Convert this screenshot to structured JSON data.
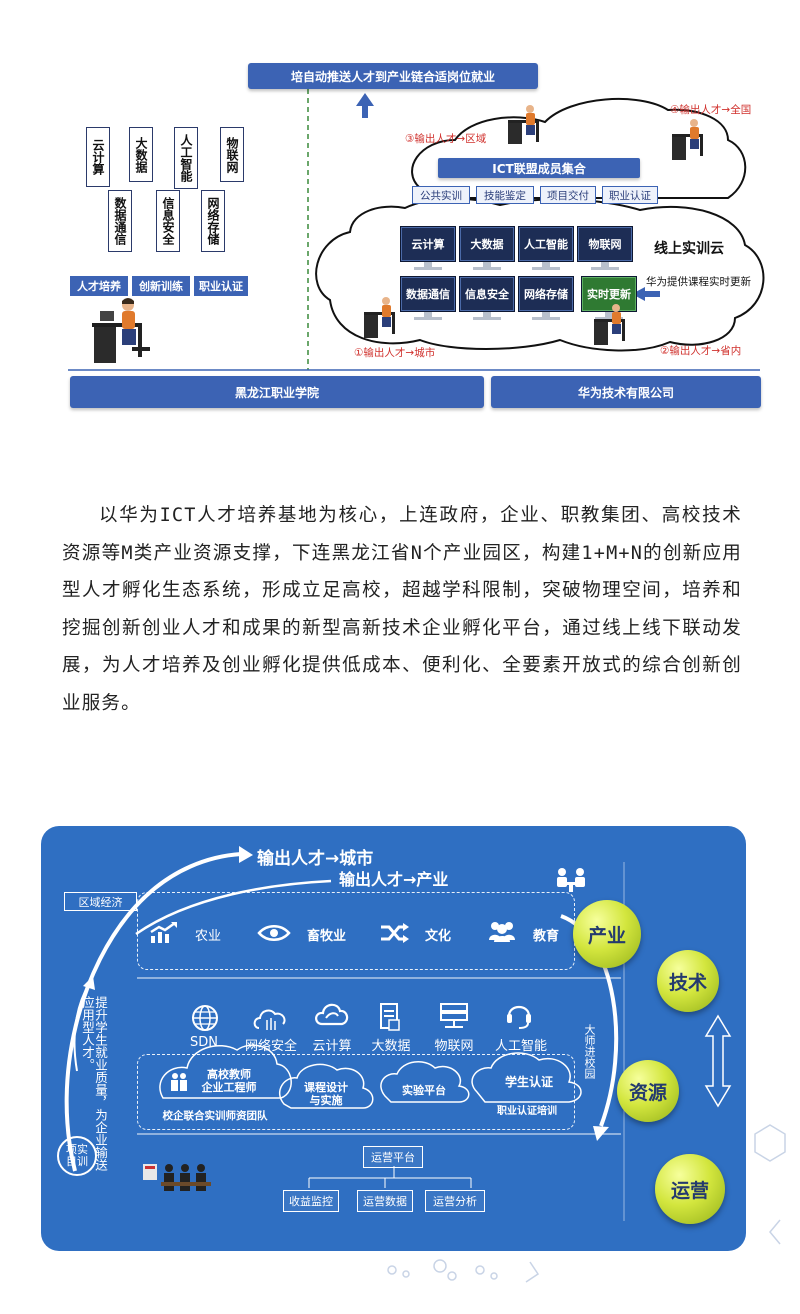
{
  "diagram1": {
    "top_banner": "培自动推送人才到产业链合适岗位就业",
    "left_vertical_tags": [
      "云计算",
      "大数据",
      "人工智能",
      "物联网",
      "数据通信",
      "信息安全",
      "网络存储"
    ],
    "left_buttons": [
      "人才培养",
      "创新训练",
      "职业认证"
    ],
    "ict_banner": "ICT联盟成员集合",
    "ict_items": [
      "公共实训",
      "技能鉴定",
      "项目交付",
      "职业认证"
    ],
    "online_cloud_label": "线上实训云",
    "tiles_row1": [
      "云计算",
      "大数据",
      "人工智能",
      "物联网"
    ],
    "tiles_row2": [
      "数据通信",
      "信息安全",
      "网络存储",
      "实时更新"
    ],
    "huawei_note": "华为提供课程实时更新",
    "output_city": "①输出人才→城市",
    "output_province": "②输出人才→省内",
    "output_region": "③输出人才→区域",
    "output_national": "④输出人才→全国",
    "bottom_left": "黑龙江职业学院",
    "bottom_right": "华为技术有限公司",
    "colors": {
      "bar": "#3c63b4",
      "tile": "#1d2d55",
      "tile_highlight": "#2f7a32",
      "red_text": "#d0312d"
    }
  },
  "paragraph": "以华为ICT人才培养基地为核心，上连政府，企业、职教集团、高校技术资源等M类产业资源支撑，下连黑龙江省N个产业园区，构建1+M+N的创新应用型人才孵化生态系统，形成立足高校，超越学科限制，突破物理空间，培养和挖掘创新创业人才和成果的新型高新技术企业孵化平台，通过线上线下联动发展，为人才培养及创业孵化提供低成本、便利化、全要素开放式的综合创新创业服务。",
  "diagram2": {
    "arrow_city": "输出人才→城市",
    "arrow_industry": "输出人才→产业",
    "regional_economy": "区域经济",
    "industries": [
      "农业",
      "畜牧业",
      "文化",
      "教育"
    ],
    "industry_icons": [
      "chart-up-icon",
      "eye-icon",
      "shuffle-icon",
      "group-icon"
    ],
    "techs": [
      "SDN",
      "网络安全",
      "云计算",
      "大数据",
      "物联网",
      "人工智能"
    ],
    "tech_icons": [
      "globe-icon",
      "shield-cloud-icon",
      "cloud-icon",
      "server-icon",
      "rack-icon",
      "headset-icon"
    ],
    "left_vertical": "提升学生就业质量，为企业输送应用型人才。",
    "right_vertical": "大师进校园",
    "project_training": "项实目训",
    "cloud_teacher": "高校教师\n企业工程师",
    "team_label": "校企联合实训师资团队",
    "cloud_course": "课程设计\n与实施",
    "cloud_lab": "实验平台",
    "cloud_cert": "学生认证",
    "cert_training": "职业认证培训",
    "ops_platform": "运营平台",
    "ops_items": [
      "收益监控",
      "运营数据",
      "运营分析"
    ],
    "balls": [
      "产业",
      "技术",
      "资源",
      "运营"
    ],
    "colors": {
      "panel": "#2f6fc2",
      "ball": "#d3e63e",
      "ball_text": "#243a6e"
    }
  }
}
